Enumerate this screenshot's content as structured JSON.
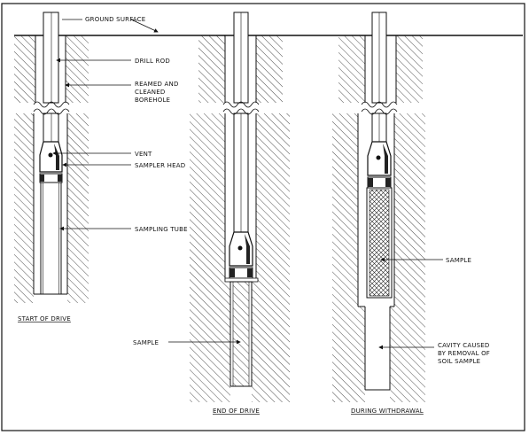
{
  "labels": {
    "ground_surface": "GROUND SURFACE",
    "drill_rod": "DRILL ROD",
    "reamed_1": "REAMED AND",
    "reamed_2": "CLEANED",
    "reamed_3": "BOREHOLE",
    "vent": "VENT",
    "sampler_head": "SAMPLER HEAD",
    "sampling_tube": "SAMPLING TUBE",
    "sample_drive": "SAMPLE",
    "sample_withdraw": "SAMPLE",
    "cavity_1": "CAVITY CAUSED",
    "cavity_2": "BY REMOVAL OF",
    "cavity_3": "SOIL SAMPLE"
  },
  "captions": {
    "start": "START OF DRIVE",
    "end": "END OF DRIVE",
    "withdrawal": "DURING WITHDRAWAL"
  }
}
